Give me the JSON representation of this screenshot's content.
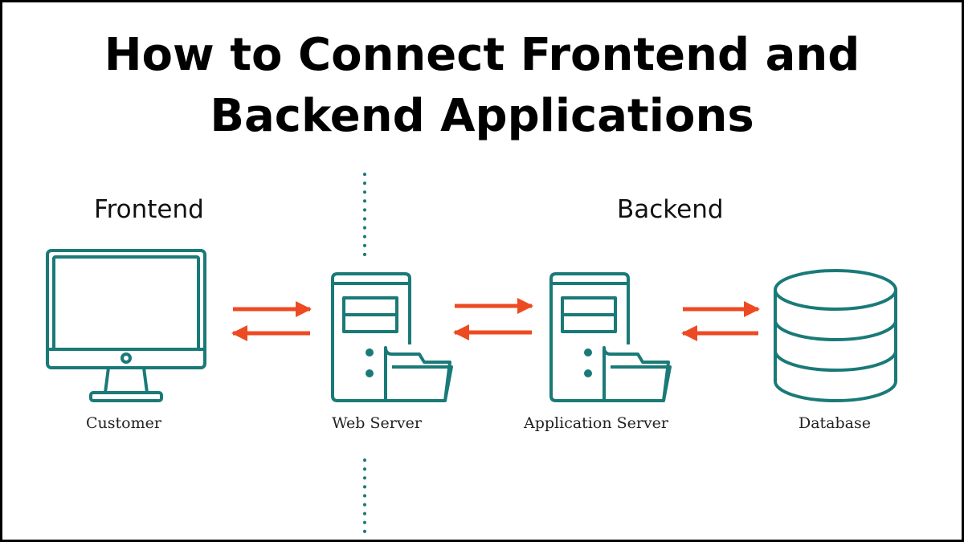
{
  "title": {
    "line1": "How to Connect Frontend and",
    "line2": "Backend Applications"
  },
  "sections": {
    "frontend": "Frontend",
    "backend": "Backend"
  },
  "nodes": {
    "customer": "Customer",
    "web_server": "Web Server",
    "application_server": "Application Server",
    "database": "Database"
  },
  "colors": {
    "icon": "#1a7a78",
    "arrow": "#ee4a22",
    "text": "#111111",
    "border": "#000000"
  },
  "icons": {
    "customer": "monitor-icon",
    "web_server": "server-folder-icon",
    "application_server": "server-folder-icon",
    "database": "database-icon"
  }
}
